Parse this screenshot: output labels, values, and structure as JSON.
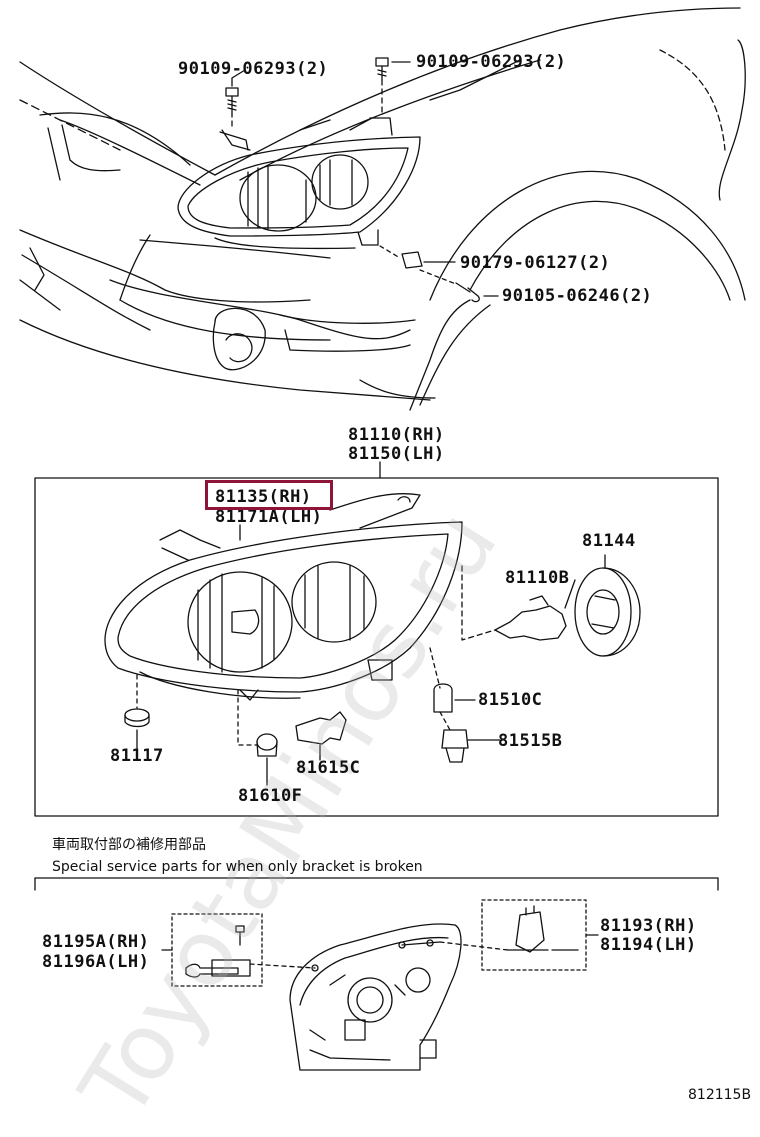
{
  "labels": {
    "bolt_top_left": "90109-06293(2)",
    "bolt_top_right": "90109-06293(2)",
    "clip_nut": "90179-06127(2)",
    "screw": "90105-06246(2)",
    "assy_rh": "81110(RH)",
    "assy_lh": "81150(LH)",
    "housing_rh": "81135(RH)",
    "housing_lh": "81171A(LH)",
    "cap": "81144",
    "bulb_main": "81110B",
    "bulb_wedge": "81510C",
    "socket": "81515B",
    "washer": "81117",
    "bulb_small_socket": "81615C",
    "bulb_small": "81610F",
    "bracket_left_rh": "81195A(RH)",
    "bracket_left_lh": "81196A(LH)",
    "bracket_right_rh": "81193(RH)",
    "bracket_right_lh": "81194(LH)"
  },
  "caption": {
    "japanese": "車両取付部の補修用部品",
    "english": "Special service parts for when only bracket is broken"
  },
  "reference_code": "812115B",
  "watermark": "ToyotaMinos.ru",
  "colors": {
    "highlight": "#8e1538",
    "line": "#111111"
  }
}
